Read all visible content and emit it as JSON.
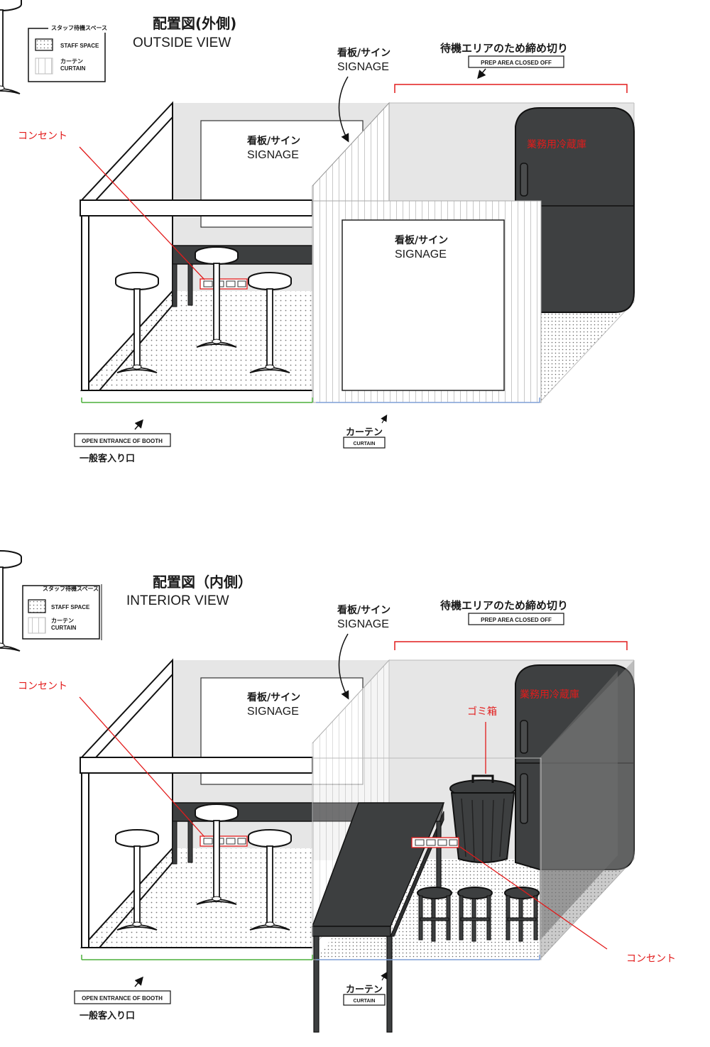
{
  "outside": {
    "title_jp": "配置図(外側)",
    "title_en": "OUTSIDE VIEW"
  },
  "interior": {
    "title_jp": "配置図（内側）",
    "title_en": "INTERIOR VIEW"
  },
  "legend": {
    "title": "スタッフ待機スペース",
    "staff_space": "STAFF SPACE",
    "curtain_jp": "カーテン",
    "curtain_en": "CURTAIN"
  },
  "labels": {
    "signage_jp": "看板/サイン",
    "signage_en": "SIGNAGE",
    "prep_jp": "待機エリアのため締め切り",
    "prep_en": "PREP AREA CLOSED OFF",
    "outlet": "コンセント",
    "fridge": "業務用冷蔵庫",
    "trash": "ゴミ箱",
    "entrance_en": "OPEN ENTRANCE OF BOOTH",
    "entrance_jp": "一般客入り口",
    "curtain_jp": "カーテン",
    "curtain_en": "CURTAIN"
  },
  "colors": {
    "annotation": "#e21b1b",
    "entrance_bracket": "#4caf3a",
    "curtain_bracket": "#7f9fd6",
    "dark_furniture": "#3d3f40",
    "wall_grey": "#e5e5e5"
  }
}
